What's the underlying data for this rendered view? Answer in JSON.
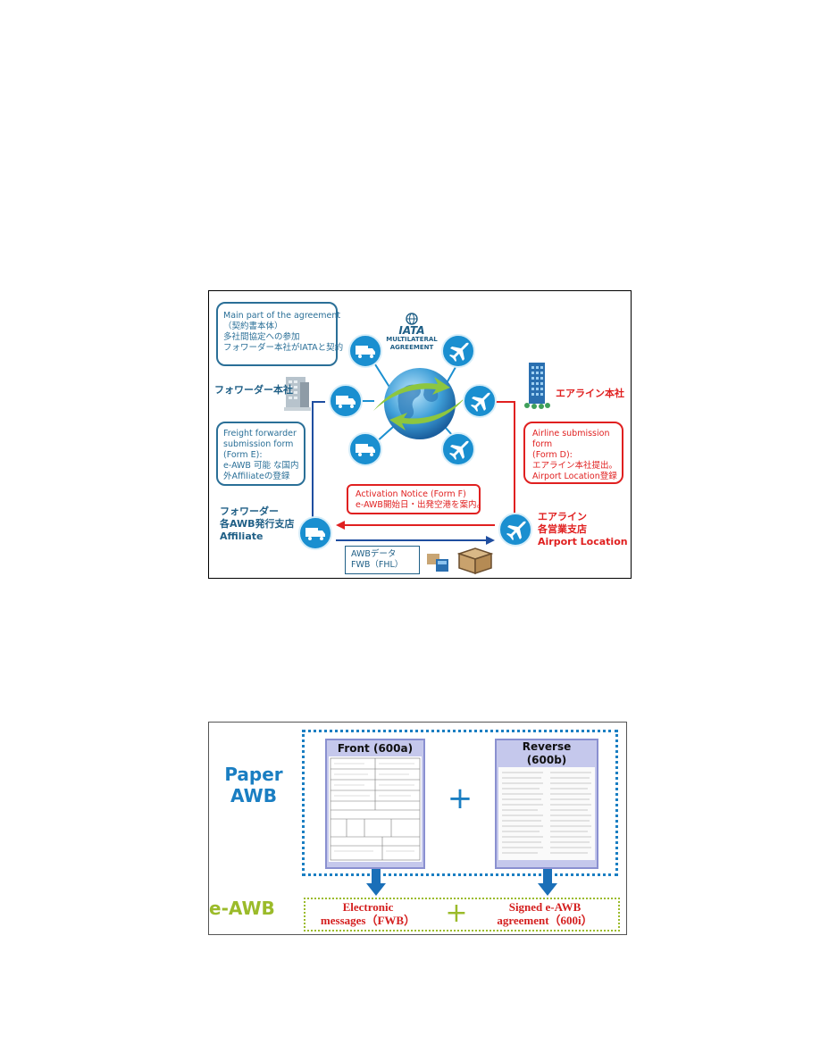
{
  "figure1": {
    "iata": {
      "logo_text": "IATA",
      "line1": "MULTILATERAL",
      "line2": "AGREEMENT"
    },
    "agreement_box": {
      "lines": [
        "Main part of the agreement",
        "（契約書本体）",
        "多社間協定への参加",
        "フォワーダー本社がIATAと契約"
      ]
    },
    "forwarder_hq_label": "フォワーダー本社",
    "airline_hq_label": "エアライン本社",
    "forwarder_form_box": {
      "lines": [
        "Freight forwarder",
        "submission form",
        "(Form E):",
        "e-AWB 可能 な国内",
        "外Affiliateの登録"
      ]
    },
    "airline_form_box": {
      "lines": [
        "Airline submission",
        "form",
        "(Form D):",
        "エアライン本社提出。",
        "Airport Location登録"
      ]
    },
    "activation_box": {
      "lines": [
        "Activation Notice (Form F)",
        "e-AWB開始日・出発空港を案内。"
      ]
    },
    "affiliate_label": {
      "lines": [
        "フォワーダー",
        "各AWB発行支店",
        "Affiliate"
      ]
    },
    "airport_label": {
      "lines": [
        "エアライン",
        "各営業支店",
        "Airport Location"
      ]
    },
    "awb_data_box": {
      "lines": [
        "AWBデータ",
        "FWB（FHL）"
      ]
    }
  },
  "figure2": {
    "paper_label": {
      "lines": [
        "Paper",
        "AWB"
      ]
    },
    "eawb_label": "e-AWB",
    "front_title": "Front (600a)",
    "reverse_title": {
      "lines": [
        "Reverse",
        "(600b)"
      ]
    },
    "plus_symbol": "+",
    "electronic_label": {
      "lines": [
        "Electronic",
        "messages（FWB）"
      ]
    },
    "signed_label": {
      "lines": [
        "Signed e-AWB",
        "agreement（600i）"
      ]
    }
  },
  "colors": {
    "blue": "#2a6f97",
    "red": "#e02020",
    "icon_blue": "#1a8fd0",
    "green": "#8dc63f",
    "paper_blue": "#1a7ec2",
    "olive": "#9bbb2a"
  }
}
